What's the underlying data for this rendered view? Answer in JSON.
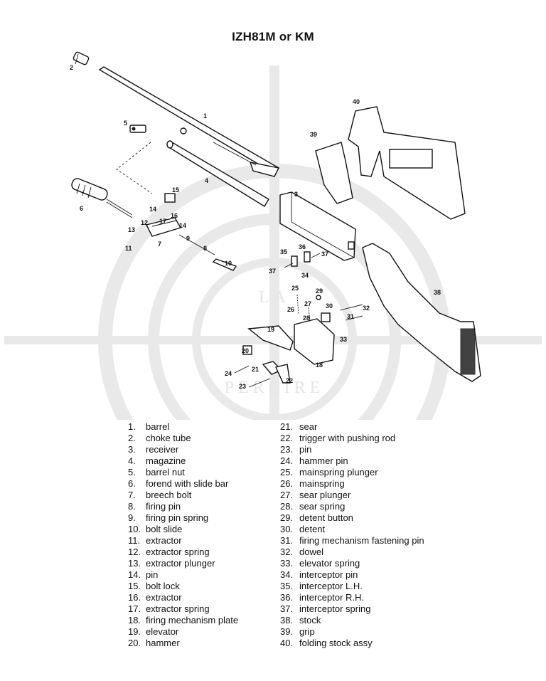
{
  "title": "IZH81M or KM",
  "watermark": {
    "top": "LA",
    "bottom": "PERCIRE"
  },
  "callouts": [
    "1",
    "2",
    "3",
    "4",
    "5",
    "6",
    "7",
    "8",
    "9",
    "10",
    "11",
    "12",
    "13",
    "14",
    "14",
    "15",
    "16",
    "17",
    "18",
    "19",
    "20",
    "21",
    "22",
    "23",
    "24",
    "25",
    "26",
    "27",
    "28",
    "29",
    "30",
    "31",
    "32",
    "33",
    "34",
    "35",
    "36",
    "37",
    "37",
    "38",
    "39",
    "40"
  ],
  "legend": {
    "left": [
      {
        "num": "1.",
        "text": "barrel"
      },
      {
        "num": "2.",
        "text": "choke tube"
      },
      {
        "num": "3.",
        "text": "receiver"
      },
      {
        "num": "4.",
        "text": "magazine"
      },
      {
        "num": "5.",
        "text": "barrel nut"
      },
      {
        "num": "6.",
        "text": "forend with slide bar"
      },
      {
        "num": "7.",
        "text": "breech bolt"
      },
      {
        "num": "8.",
        "text": "firing pin"
      },
      {
        "num": "9.",
        "text": "firing pin spring"
      },
      {
        "num": "10.",
        "text": "bolt slide"
      },
      {
        "num": "11.",
        "text": "extractor"
      },
      {
        "num": "12.",
        "text": "extractor spring"
      },
      {
        "num": "13.",
        "text": "extractor plunger"
      },
      {
        "num": "14.",
        "text": "pin"
      },
      {
        "num": "15.",
        "text": "bolt lock"
      },
      {
        "num": "16.",
        "text": "extractor"
      },
      {
        "num": "17.",
        "text": "extractor spring"
      },
      {
        "num": "18.",
        "text": "firing mechanism plate"
      },
      {
        "num": "19.",
        "text": "elevator"
      },
      {
        "num": "20.",
        "text": "hammer"
      }
    ],
    "right": [
      {
        "num": "21.",
        "text": "sear"
      },
      {
        "num": "22.",
        "text": "trigger with pushing rod"
      },
      {
        "num": "23.",
        "text": "pin"
      },
      {
        "num": "24.",
        "text": "hammer pin"
      },
      {
        "num": "25.",
        "text": "mainspring plunger"
      },
      {
        "num": "26.",
        "text": "mainspring"
      },
      {
        "num": "27.",
        "text": "sear plunger"
      },
      {
        "num": "28.",
        "text": "sear spring"
      },
      {
        "num": "29.",
        "text": "detent button"
      },
      {
        "num": "30.",
        "text": "detent"
      },
      {
        "num": "31.",
        "text": "firing mechanism fastening pin"
      },
      {
        "num": "32.",
        "text": "dowel"
      },
      {
        "num": "33.",
        "text": "elevator spring"
      },
      {
        "num": "34.",
        "text": "interceptor pin"
      },
      {
        "num": "35.",
        "text": "interceptor L.H."
      },
      {
        "num": "36.",
        "text": "interceptor R.H."
      },
      {
        "num": "37.",
        "text": "interceptor spring"
      },
      {
        "num": "38.",
        "text": "stock"
      },
      {
        "num": "39.",
        "text": "grip"
      },
      {
        "num": "40.",
        "text": "folding stock assy"
      }
    ]
  }
}
